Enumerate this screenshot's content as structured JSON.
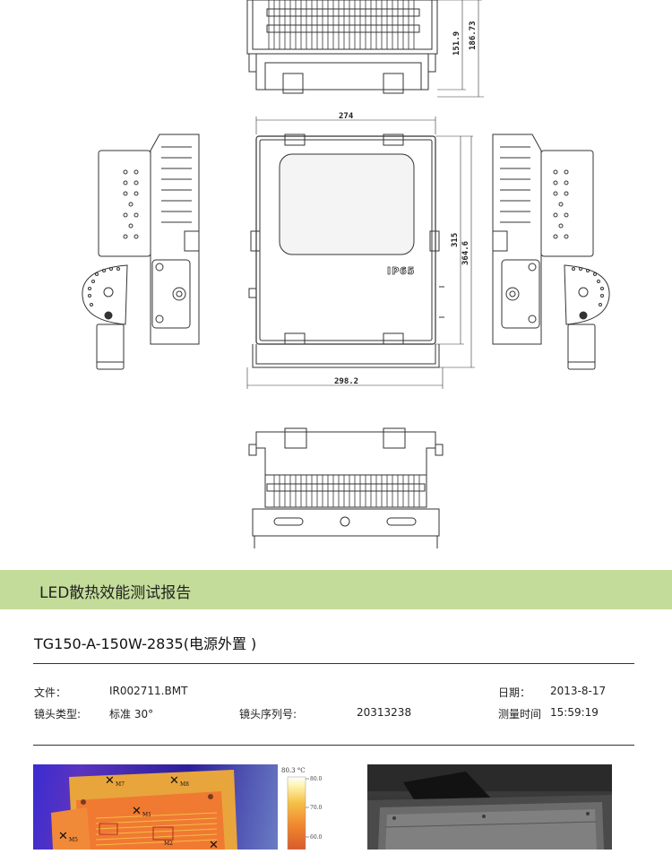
{
  "drawing": {
    "dim_151_9": "151.9",
    "dim_186_73": "186.73",
    "dim_274": "274",
    "dim_315": "315",
    "dim_364_6": "364.6",
    "dim_298_2": "298.2",
    "ip_marking": "IP65"
  },
  "section": {
    "title": "LED散热效能测试报告"
  },
  "product": {
    "title": "TG150-A-150W-2835(电源外置 )"
  },
  "meta": {
    "file_label": "文件：",
    "file_value": "IR002711.BMT",
    "date_label": "日期：",
    "date_value": "2013-8-17",
    "lens_type_label": "镜头类型:",
    "lens_type_value": "标准 30°",
    "lens_serial_label": "镜头序列号:",
    "lens_serial_value": "20313238",
    "measure_time_label": "测量时间",
    "measure_time_value": "15:59:19"
  },
  "thermal": {
    "markers": [
      "M7",
      "M8",
      "M1",
      "M5",
      "M2"
    ],
    "scale_max": "80.3 °C",
    "scale_ticks": [
      "80.0",
      "70.0",
      "60.0"
    ],
    "colors": {
      "hot": "#f0843a",
      "warm": "#e8a53c",
      "cool": "#3b2bd1"
    }
  },
  "colors": {
    "section_bar": "#c4dc9a"
  }
}
